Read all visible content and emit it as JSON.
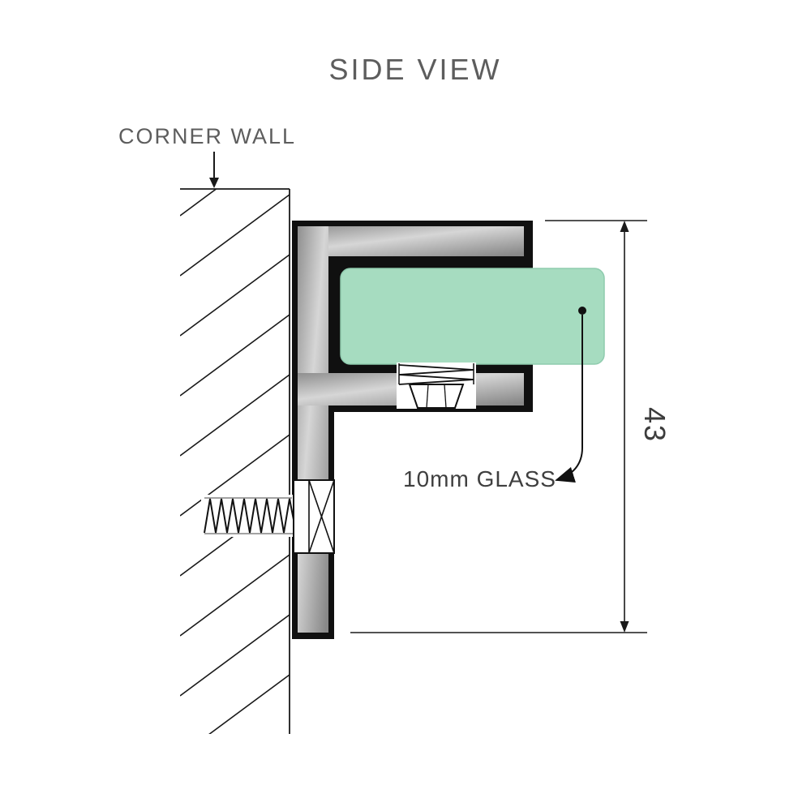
{
  "title": "SIDE VIEW",
  "annotations": {
    "corner_wall_label": "CORNER WALL",
    "glass_label": "10mm GLASS",
    "dimension_value": "43"
  },
  "colors": {
    "glass_green": "#a6dcc0",
    "glass_edge": "#8fcbae",
    "metal_light": "#d8d8d8",
    "metal_dark": "#8c8c8c",
    "outline_black": "#111111",
    "label_gray": "#5d5d5d",
    "glass_label_gray": "#3f3f3f",
    "dimension_text_gray": "#3c3c3c",
    "line_black": "#1a1a1a"
  }
}
